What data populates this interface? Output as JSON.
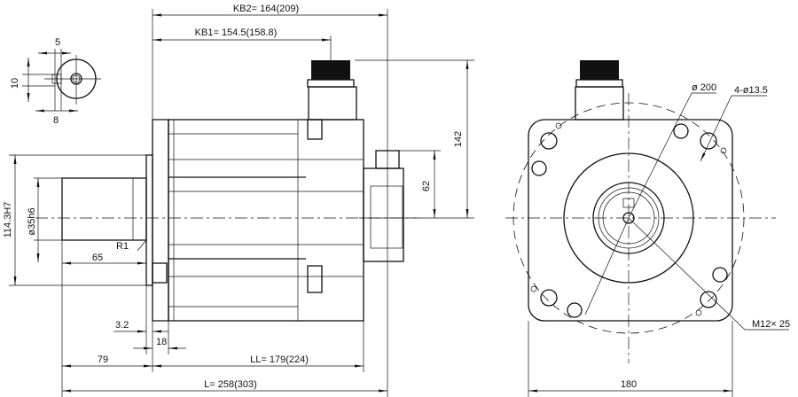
{
  "title": "Servo motor outline dimensions",
  "side_view": {
    "kb2": "KB2= 164(209)",
    "kb1": "KB1= 154.5(158.8)",
    "height_connector": "142",
    "height_rear_connector": "62",
    "flange_spigot": "114.3H7",
    "shaft_diameter": "ø35h6",
    "radius": "R1",
    "shaft_length": "65",
    "flange_thickness": "3.2",
    "flange_width": "18",
    "shaft_total": "79",
    "ll": "LL= 179(224)",
    "l": "L= 258(303)"
  },
  "key_detail": {
    "key_width": "5",
    "key_height": "10",
    "key_depth": "8"
  },
  "front_view": {
    "pcd": "ø 200",
    "holes": "4-ø13.5",
    "thread": "M12× 25",
    "flange_size": "180"
  }
}
